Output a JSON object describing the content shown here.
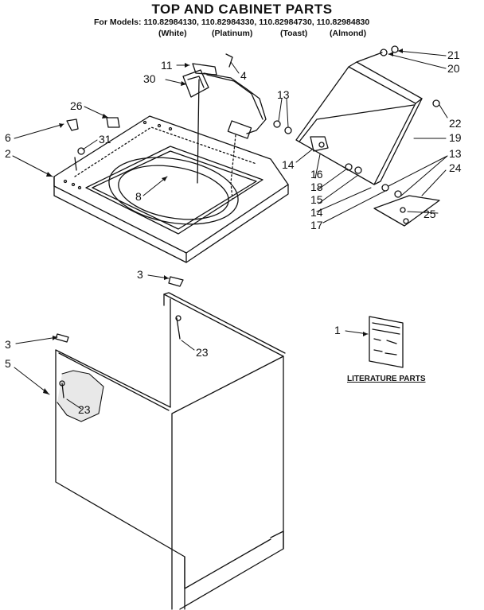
{
  "title": "TOP AND CABINET PARTS",
  "models_line": "For Models: 110.82984130,  110.82984330, 110.82984730, 110.82984830",
  "colors": [
    "(White)",
    "(Platinum)",
    "(Toast)",
    "(Almond)"
  ],
  "literature_label": "LITERATURE PARTS",
  "callouts": [
    "11",
    "4",
    "30",
    "21",
    "20",
    "13",
    "26",
    "22",
    "6",
    "31",
    "19",
    "2",
    "13",
    "14",
    "16",
    "24",
    "18",
    "8",
    "15",
    "14",
    "25",
    "17",
    "3",
    "1",
    "3",
    "23",
    "5",
    "23"
  ]
}
